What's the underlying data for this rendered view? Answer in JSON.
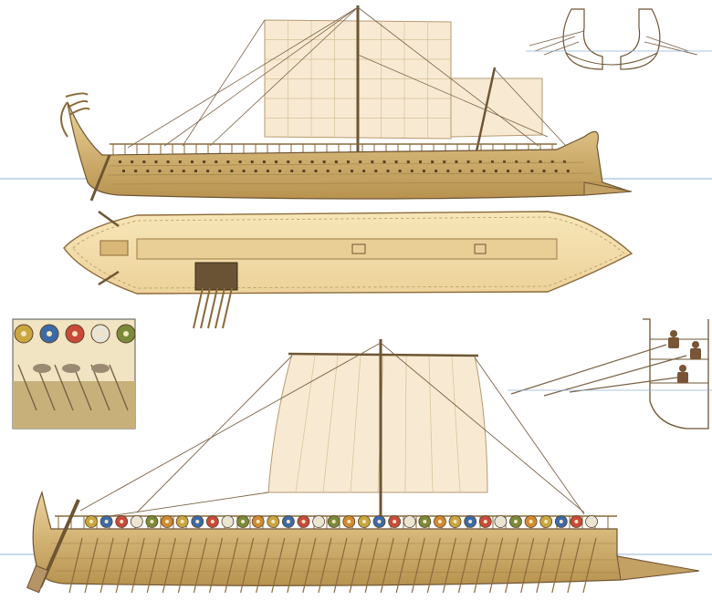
{
  "plate": {
    "colors": {
      "background": "#ffffff",
      "water": "#8fb3d9",
      "hull": "#d9b877",
      "hull_dark": "#8a6a3a",
      "deck": "#f5e2b0",
      "sail": "#f8ead2",
      "rope": "#7a6245",
      "shield_palette": [
        "#c9a640",
        "#3b6aa8",
        "#c94a3a",
        "#e8e4d8",
        "#7a8a3a",
        "#d08a30"
      ]
    },
    "oars": {
      "side_view_upper": 38,
      "side_view_lower": 34,
      "plan_view": 5
    },
    "shields_on_rail": 34,
    "rowers_in_section": 3
  }
}
